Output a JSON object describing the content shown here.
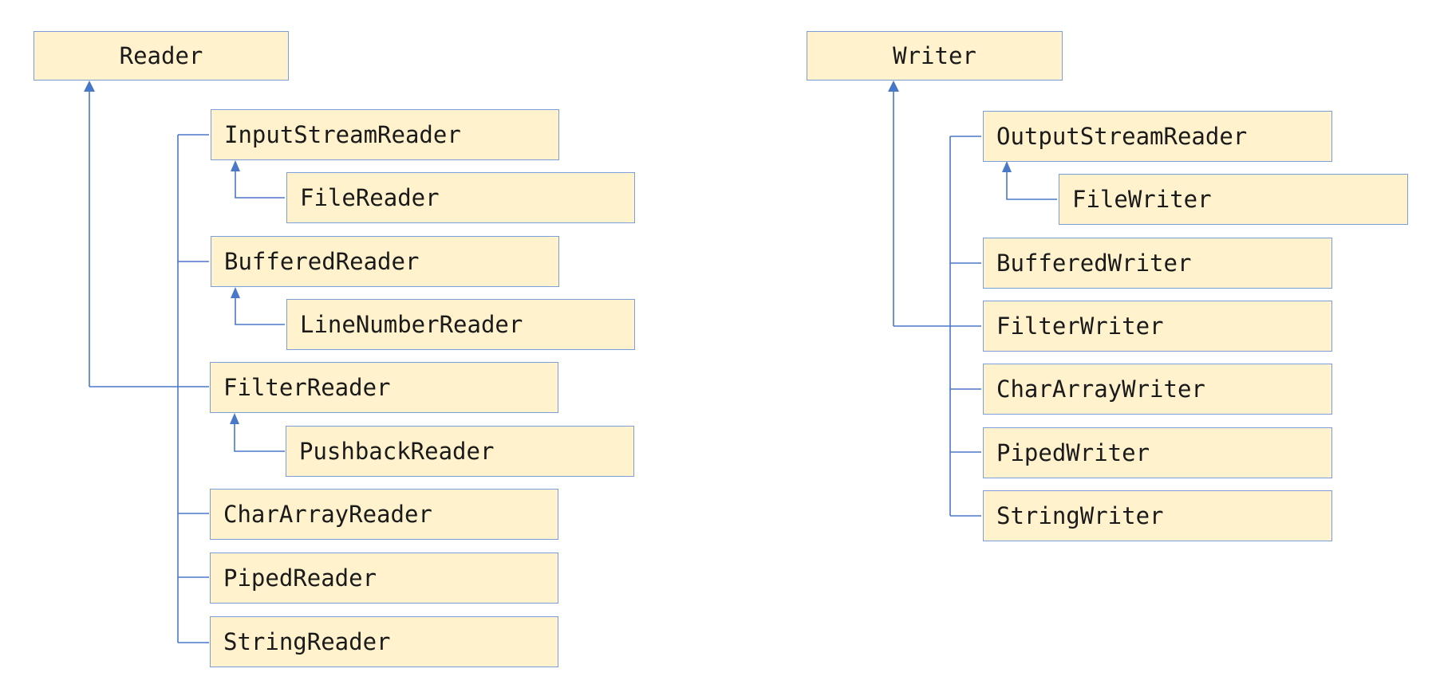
{
  "colors": {
    "box_fill": "#fff2cc",
    "box_border": "#7b9ed8",
    "connector": "#4a78c9"
  },
  "reader": {
    "root": "Reader",
    "input_stream_reader": "InputStreamReader",
    "file_reader": "FileReader",
    "buffered_reader": "BufferedReader",
    "line_number_reader": "LineNumberReader",
    "filter_reader": "FilterReader",
    "pushback_reader": "PushbackReader",
    "char_array_reader": "CharArrayReader",
    "piped_reader": "PipedReader",
    "string_reader": "StringReader"
  },
  "writer": {
    "root": "Writer",
    "output_stream_reader": "OutputStreamReader",
    "file_writer": "FileWriter",
    "buffered_writer": "BufferedWriter",
    "filter_writer": "FilterWriter",
    "char_array_writer": "CharArrayWriter",
    "piped_writer": "PipedWriter",
    "string_writer": "StringWriter"
  }
}
